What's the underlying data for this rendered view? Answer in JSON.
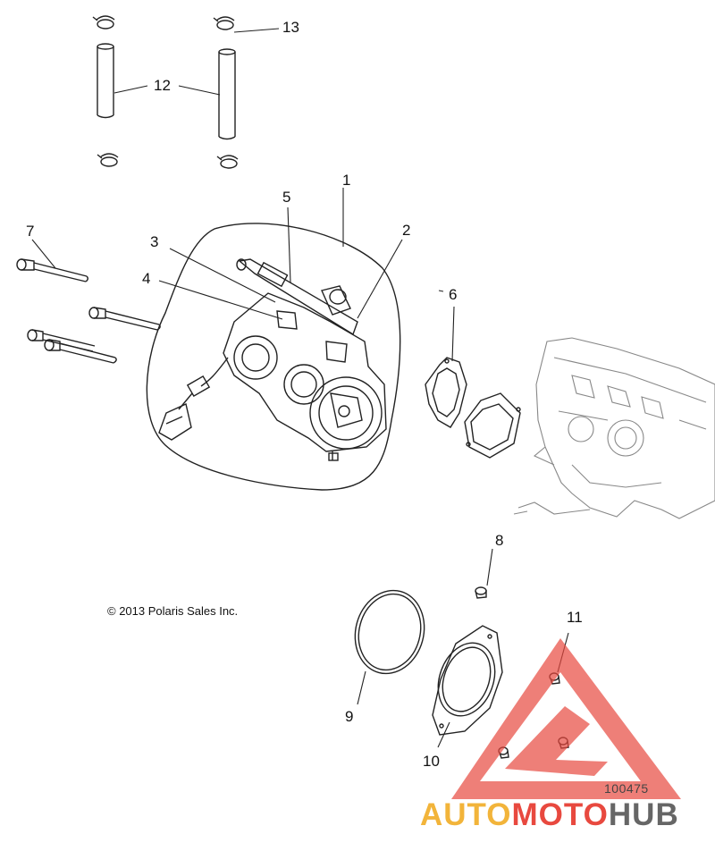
{
  "callouts": [
    {
      "label": "1"
    },
    {
      "label": "2"
    },
    {
      "label": "3"
    },
    {
      "label": "4"
    },
    {
      "label": "5"
    },
    {
      "label": "6"
    },
    {
      "label": "7"
    },
    {
      "label": "8"
    },
    {
      "label": "9"
    },
    {
      "label": "10"
    },
    {
      "label": "11"
    },
    {
      "label": "12"
    },
    {
      "label": "13"
    }
  ],
  "copyright": "© 2013 Polaris Sales Inc.",
  "doc_number": "100475",
  "watermark": {
    "part1": "AUTO",
    "part2": "MOTO",
    "part3": "HUB",
    "colors": {
      "auto": "#f2b43a",
      "moto": "#e8493f",
      "hub": "#666666",
      "triangle": "#e8493f"
    }
  },
  "line_color": "#1a1a1a"
}
